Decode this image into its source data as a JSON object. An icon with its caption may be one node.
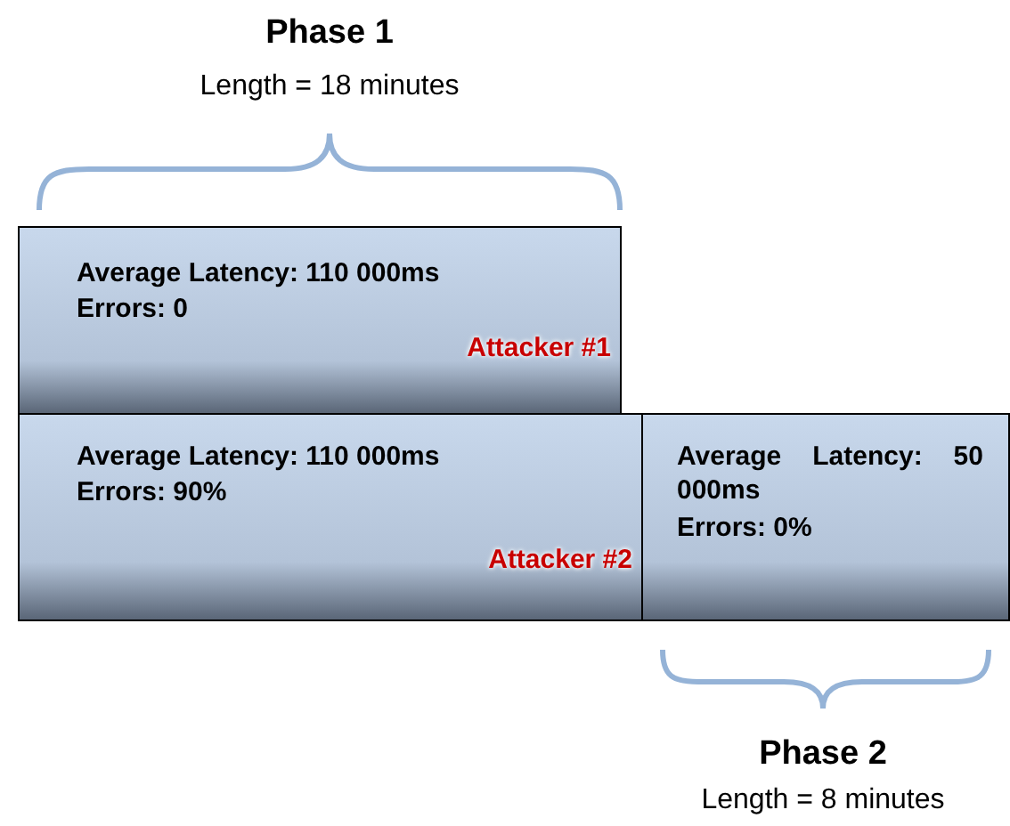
{
  "diagram": {
    "nodes": [
      {
        "text": [
          "Average Latency: 110 000ms",
          "Errors: 0",
          "Attacker #1"
        ]
      },
      {
        "text": [
          "Average Latency: 110 000ms",
          "Errors: 90%",
          "Attacker #2"
        ]
      },
      {
        "text": [
          "Average Latency: 50 000ms",
          "Errors: 0%"
        ]
      }
    ],
    "edges": [],
    "labels": [
      "Phase 1",
      "Length = 18 minutes",
      "Phase 2",
      "Length = 8 minutes"
    ]
  }
}
